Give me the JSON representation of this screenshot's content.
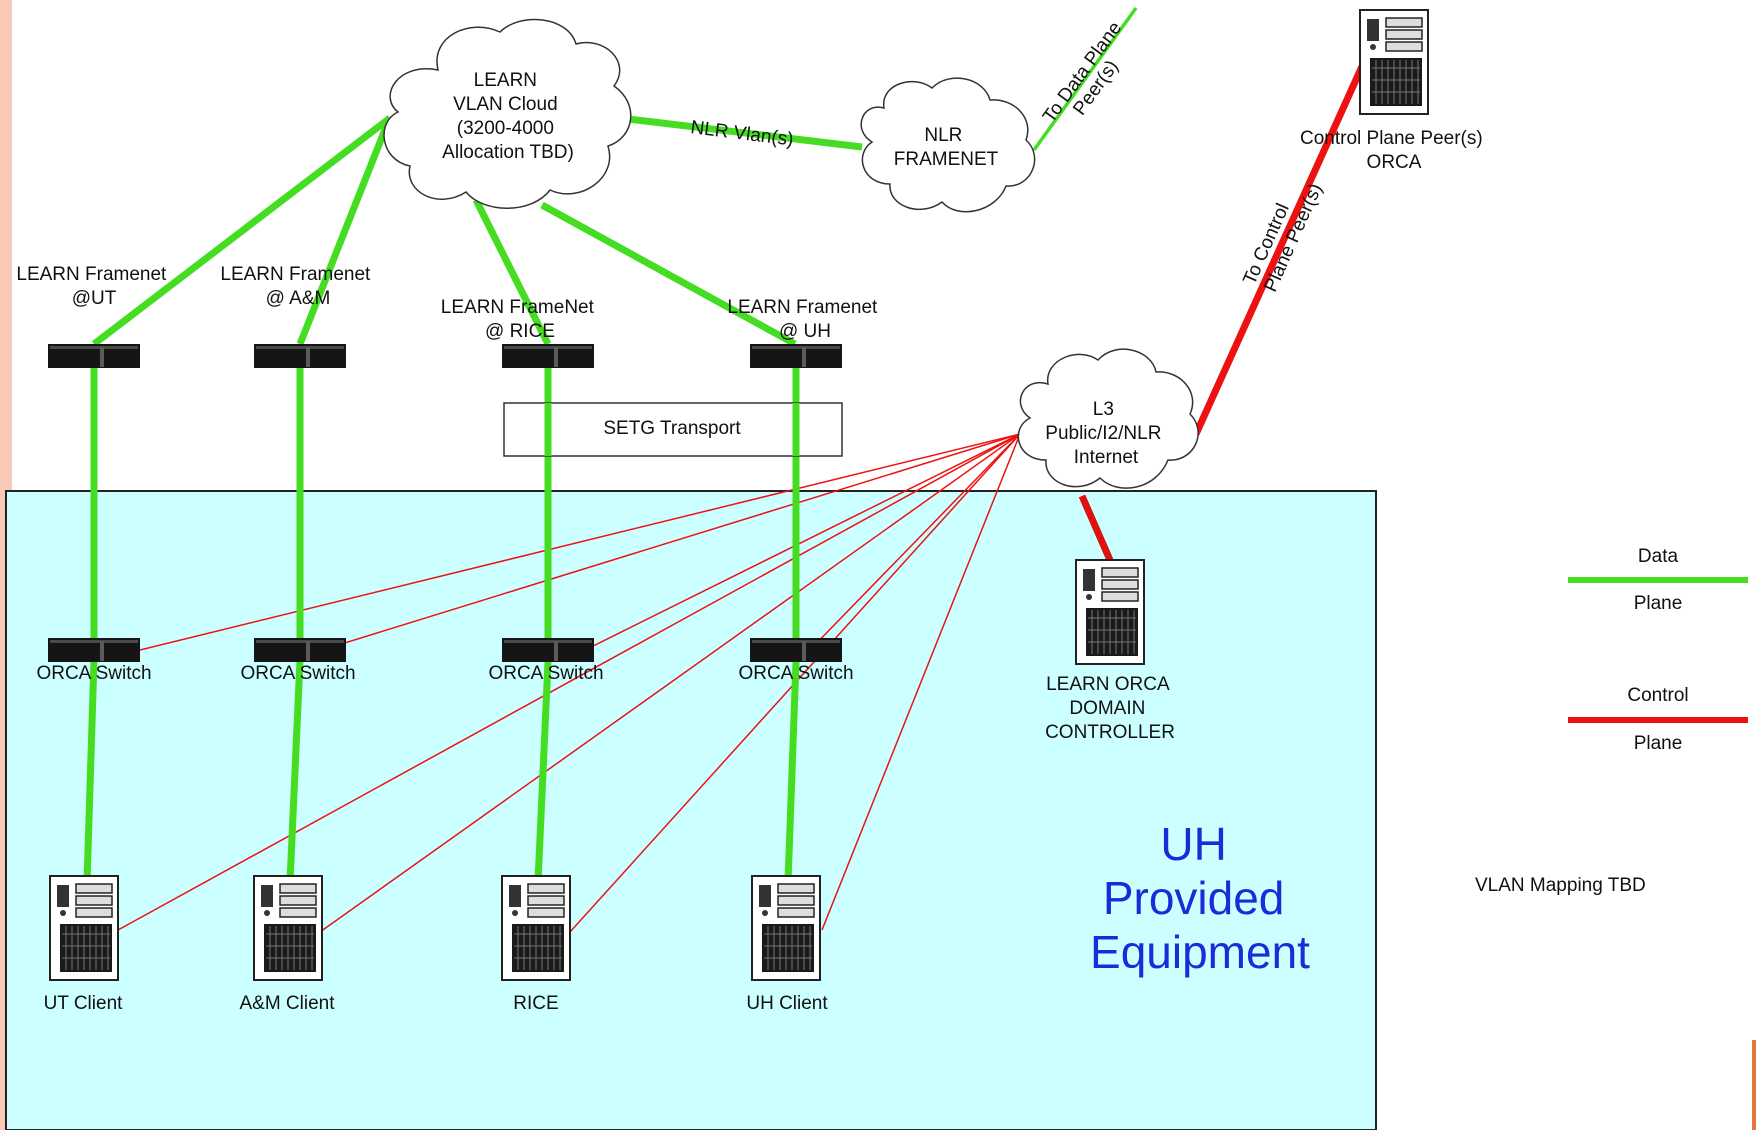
{
  "colors": {
    "data_plane": "#44dd22",
    "control_plane": "#ee1111",
    "uh_region_fill": "#ccffff",
    "uh_region_text": "#1a2bd8",
    "left_edge_accent": "#f9c9b6"
  },
  "clouds": {
    "learn_vlan": [
      "LEARN",
      "VLAN Cloud",
      "(3200-4000",
      "Allocation TBD)"
    ],
    "nlr_framenet": [
      "NLR",
      "FRAMENET"
    ],
    "l3_internet": [
      "L3",
      "Public/I2/NLR",
      "Internet"
    ]
  },
  "link_labels": {
    "nlr_vlans": "NLR Vlan(s)",
    "to_data_plane": [
      "To Data Plane",
      "Peer(s)"
    ],
    "to_control_plane": [
      "To Control",
      "Plane Peer(s)"
    ]
  },
  "framenets": [
    {
      "label": [
        "LEARN Framenet",
        "@UT"
      ],
      "icon": "network-switch-icon"
    },
    {
      "label": [
        "LEARN Framenet",
        "@ A&M"
      ],
      "icon": "network-switch-icon"
    },
    {
      "label": [
        "LEARN FrameNet",
        "@ RICE"
      ],
      "icon": "network-switch-icon"
    },
    {
      "label": [
        "LEARN Framenet",
        "@ UH"
      ],
      "icon": "network-switch-icon"
    }
  ],
  "setg_transport": "SETG Transport",
  "orca_switches": [
    {
      "label": "ORCA Switch",
      "icon": "network-switch-icon"
    },
    {
      "label": "ORCA Switch",
      "icon": "network-switch-icon"
    },
    {
      "label": "ORCA Switch",
      "icon": "network-switch-icon"
    },
    {
      "label": "ORCA Switch",
      "icon": "network-switch-icon"
    }
  ],
  "clients": [
    {
      "label": "UT Client",
      "icon": "server-tower-icon"
    },
    {
      "label": "A&M Client",
      "icon": "server-tower-icon"
    },
    {
      "label": "RICE",
      "icon": "server-tower-icon"
    },
    {
      "label": "UH Client",
      "icon": "server-tower-icon"
    }
  ],
  "domain_controller": {
    "label": [
      "LEARN ORCA",
      "DOMAIN",
      "CONTROLLER"
    ],
    "icon": "server-tower-icon"
  },
  "control_plane_peer": {
    "label": [
      "Control Plane Peer(s)",
      "ORCA"
    ],
    "icon": "server-tower-icon"
  },
  "uh_region": [
    "UH",
    "Provided",
    "Equipment"
  ],
  "legend": {
    "data": {
      "top": "Data",
      "bottom": "Plane"
    },
    "control": {
      "top": "Control",
      "bottom": "Plane"
    }
  },
  "vlan_mapping": "VLAN Mapping TBD"
}
